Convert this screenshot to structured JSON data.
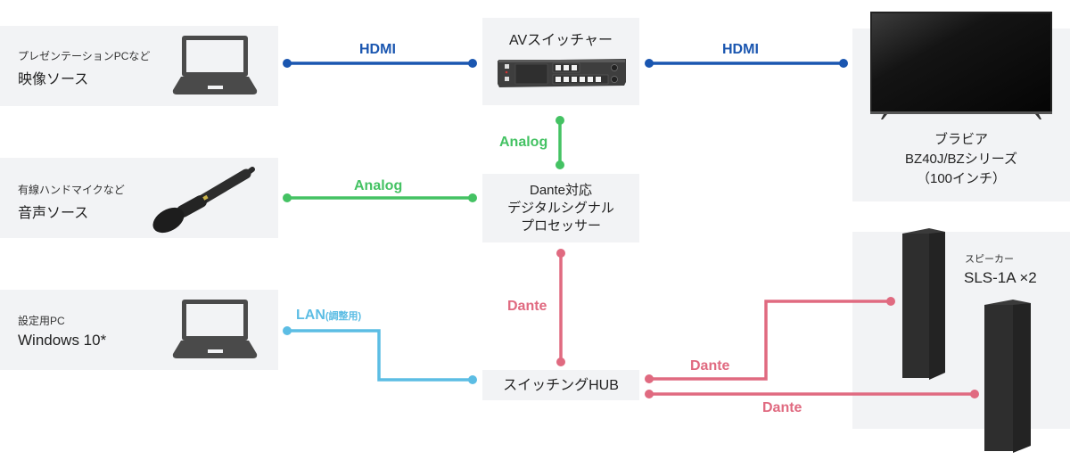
{
  "colors": {
    "hdmi": "#1a56b0",
    "analog": "#44c263",
    "dante": "#e06a80",
    "lan": "#5cbde4",
    "box_bg": "#f2f3f5"
  },
  "sources": [
    {
      "subtitle": "プレゼンテーションPCなど",
      "title": "映像ソース",
      "icon": "laptop-icon"
    },
    {
      "subtitle": "有線ハンドマイクなど",
      "title": "音声ソース",
      "icon": "microphone-icon"
    },
    {
      "subtitle": "設定用PC",
      "title": "Windows 10*",
      "icon": "laptop-icon"
    }
  ],
  "center": {
    "av_switcher": "AVスイッチャー",
    "dsp": [
      "Dante対応",
      "デジタルシグナル",
      "プロセッサー"
    ],
    "hub": "スイッチングHUB"
  },
  "display": {
    "lines": [
      "ブラビア",
      "BZ40J/BZシリーズ",
      "（100インチ）"
    ],
    "icon": "tv-icon"
  },
  "speakers": {
    "subtitle": "スピーカー",
    "title": "SLS-1A ×2",
    "icon": "speaker-icon"
  },
  "connections": {
    "hdmi_left": "HDMI",
    "hdmi_right": "HDMI",
    "analog_left": "Analog",
    "analog_vertical": "Analog",
    "dante_vertical": "Dante",
    "lan_main": "LAN",
    "lan_note": "(調整用)",
    "dante_speaker1": "Dante",
    "dante_speaker2": "Dante"
  }
}
